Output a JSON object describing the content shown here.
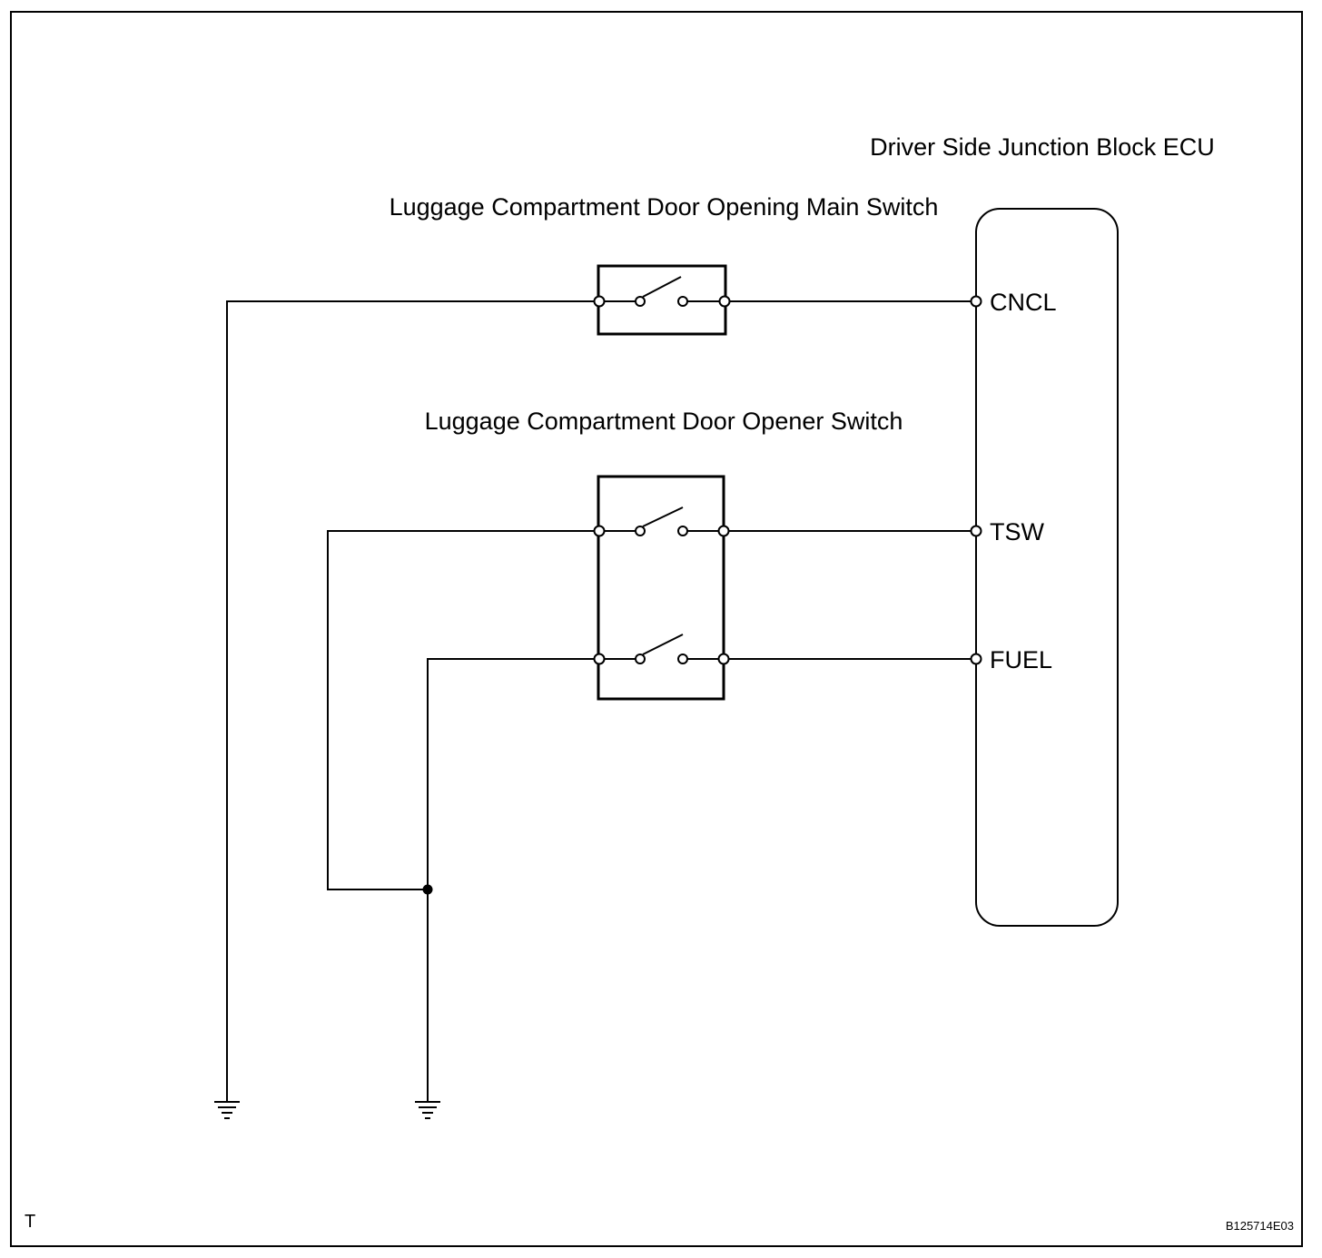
{
  "ecu": {
    "title": "Driver Side Junction Block ECU",
    "pins": {
      "cncl": "CNCL",
      "tsw": "TSW",
      "fuel": "FUEL"
    }
  },
  "switches": {
    "main": {
      "title": "Luggage Compartment Door Opening Main Switch"
    },
    "opener": {
      "title": "Luggage Compartment Door Opener Switch"
    }
  },
  "footer": {
    "left_mark": "T",
    "figure_id": "B125714E03"
  }
}
